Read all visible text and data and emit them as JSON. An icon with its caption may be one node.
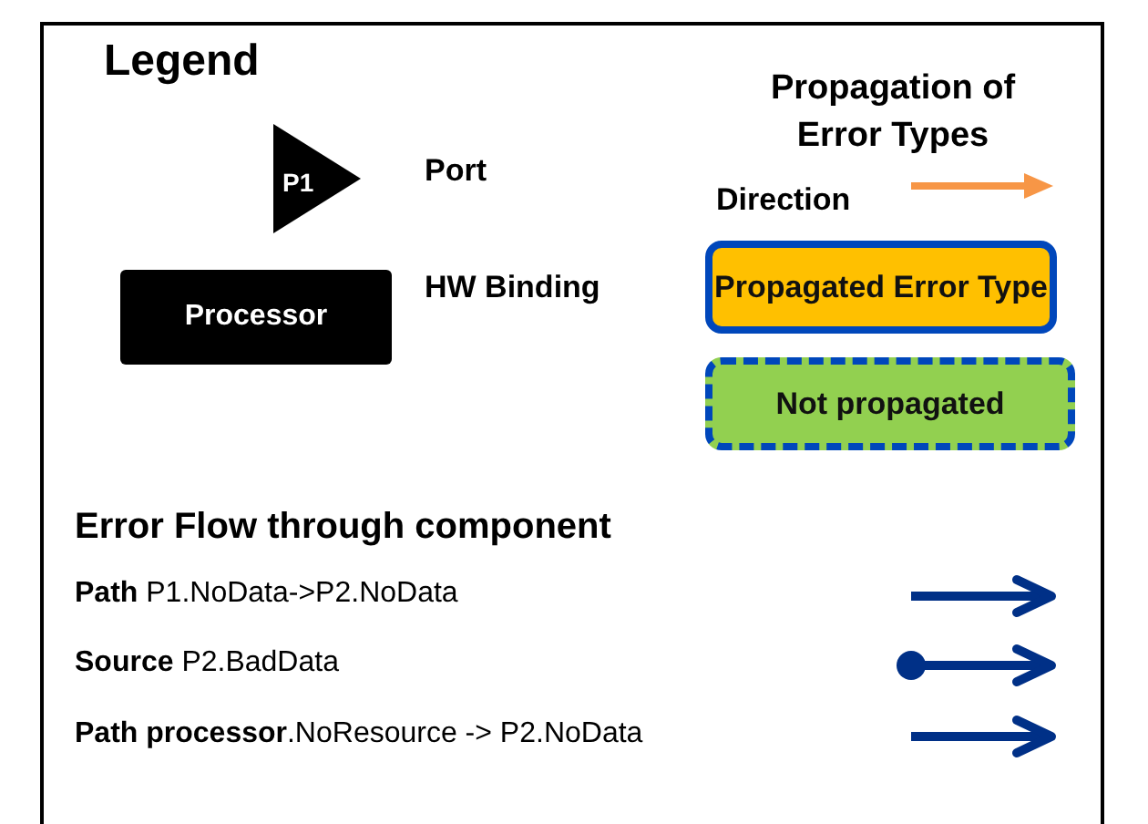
{
  "diagram": {
    "title": "Legend",
    "nodes": [
      {
        "text": [
          "P1"
        ]
      },
      {
        "text": [
          "Processor"
        ]
      },
      {
        "text": [
          "Propagated Error Type"
        ]
      },
      {
        "text": [
          "Not propagated"
        ]
      }
    ],
    "edges": [],
    "labels": [
      "Propagation of Error Types",
      "Error Flow through component"
    ],
    "legend": [
      {
        "text": "Port"
      },
      {
        "text": "HW Binding"
      },
      {
        "text": "Direction"
      },
      {
        "text": "**Path** P1.NoData->P2.NoData"
      },
      {
        "text": "**Source** P2.BadData"
      },
      {
        "text": "**Path processor**.NoResource -> P2.NoData"
      }
    ]
  }
}
